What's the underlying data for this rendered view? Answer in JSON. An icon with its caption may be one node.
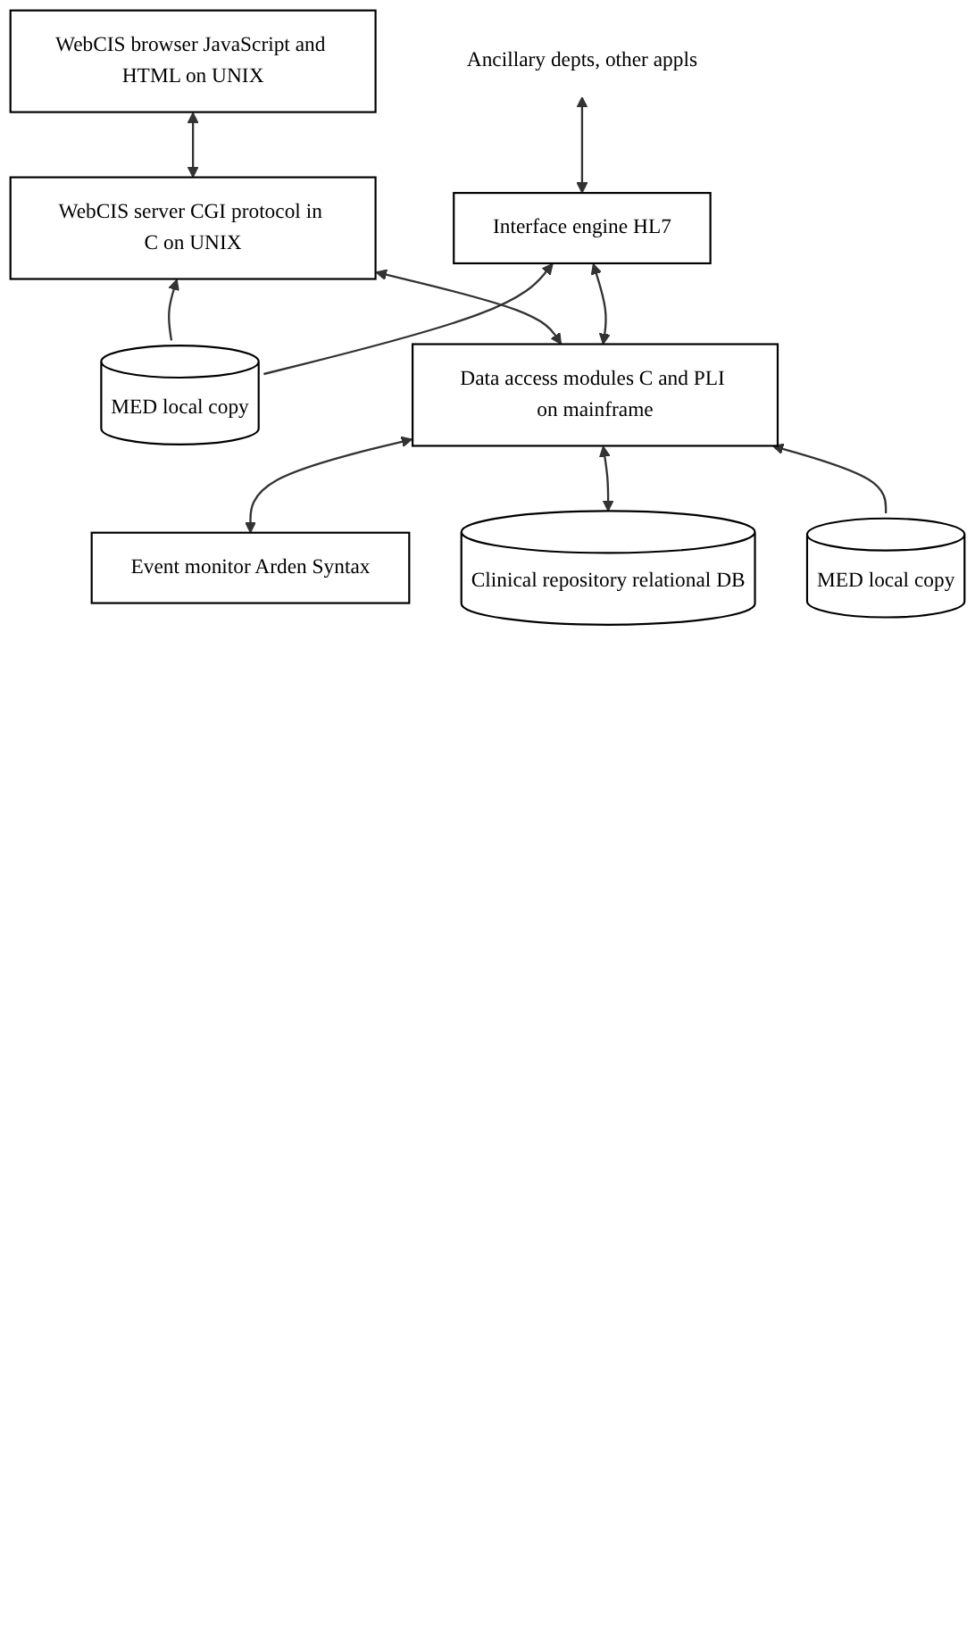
{
  "diagram": {
    "nodes": [
      {
        "text": [
          "WebCIS browser JavaScript and HTML on UNIX"
        ]
      },
      {
        "text": [
          "WebCIS server CGI protocol in C on UNIX"
        ]
      },
      {
        "text": [
          "Ancillary depts, other appls"
        ]
      },
      {
        "text": [
          "Interface engine HL7"
        ]
      },
      {
        "text": [
          "MED local copy"
        ]
      },
      {
        "text": [
          "Data access modules C and PLI on mainframe"
        ]
      },
      {
        "text": [
          "Event monitor Arden Syntax"
        ]
      },
      {
        "text": [
          "Clinical repository relational DB"
        ]
      },
      {
        "text": [
          "MED local copy"
        ]
      }
    ],
    "edges": [
      {
        "from": 0,
        "to": 1,
        "arrow": "both"
      },
      {
        "from": 2,
        "to": 3,
        "arrow": "both"
      },
      {
        "from": 4,
        "to": 1,
        "arrow": "to"
      },
      {
        "from": 4,
        "to": 3,
        "arrow": "to"
      },
      {
        "from": 1,
        "to": 5,
        "arrow": "both"
      },
      {
        "from": 3,
        "to": 5,
        "arrow": "both"
      },
      {
        "from": 5,
        "to": 6,
        "arrow": "both"
      },
      {
        "from": 5,
        "to": 7,
        "arrow": "both"
      },
      {
        "from": 8,
        "to": 5,
        "arrow": "to"
      }
    ]
  }
}
